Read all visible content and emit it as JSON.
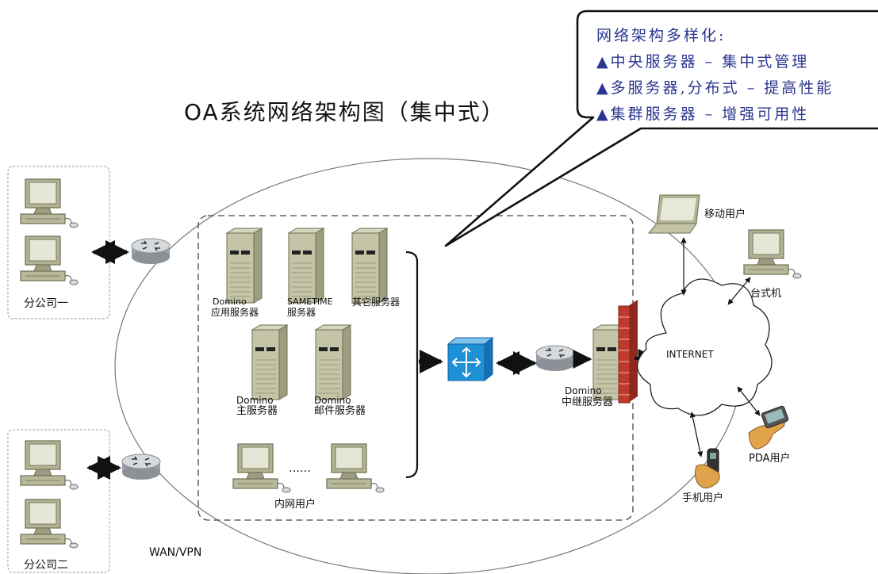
{
  "title": "OA系统网络架构图（集中式）",
  "callout": {
    "heading": "网络架构多样化:",
    "items": [
      "▲中央服务器  –  集中式管理",
      "▲多服务器,分布式  –  提高性能",
      "▲集群服务器  –  增强可用性"
    ]
  },
  "branches": {
    "branch1": "分公司一",
    "branch2": "分公司二"
  },
  "wan_label": "WAN/VPN",
  "servers": {
    "app_line1": "Domino",
    "app_line2": "应用服务器",
    "sametime_line1": "SAMETIME",
    "sametime_line2": "服务器",
    "other": "其它服务器",
    "main_line1": "Domino",
    "main_line2": "主服务器",
    "mail_line1": "Domino",
    "mail_line2": "邮件服务器",
    "relay_line1": "Domino",
    "relay_line2": "中继服务器"
  },
  "intranet": {
    "ellipsis": "……",
    "label": "内网用户"
  },
  "internet": {
    "cloud_label": "INTERNET",
    "mobile_user": "移动用户",
    "desktop": "台式机",
    "pda_user": "PDA用户",
    "phone_user": "手机用户"
  },
  "colors": {
    "callout_text": "#2a3590",
    "firewall": "#c0392b",
    "switch": "#1e90d6",
    "computer": "#a8a88a",
    "router": "#c8ccd0"
  }
}
